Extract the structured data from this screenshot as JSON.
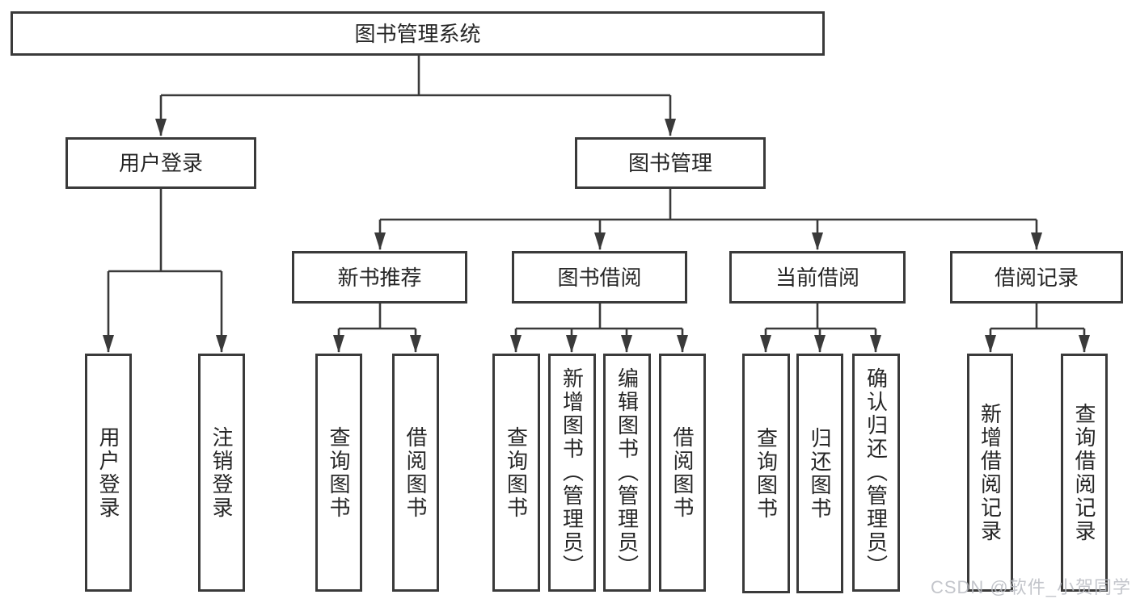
{
  "root": {
    "label": "图书管理系统"
  },
  "branches": [
    {
      "label": "用户登录",
      "leaves": [
        {
          "label": "用户登录"
        },
        {
          "label": "注销登录"
        }
      ]
    },
    {
      "label": "图书管理",
      "sections": [
        {
          "label": "新书推荐",
          "leaves": [
            {
              "label": "查询图书"
            },
            {
              "label": "借阅图书"
            }
          ]
        },
        {
          "label": "图书借阅",
          "leaves": [
            {
              "label": "查询图书"
            },
            {
              "label": "新增图书（管理员）"
            },
            {
              "label": "编辑图书（管理员）"
            },
            {
              "label": "借阅图书"
            }
          ]
        },
        {
          "label": "当前借阅",
          "leaves": [
            {
              "label": "查询图书"
            },
            {
              "label": "归还图书"
            },
            {
              "label": "确认归还（管理员）"
            }
          ]
        },
        {
          "label": "借阅记录",
          "leaves": [
            {
              "label": "新增借阅记录"
            },
            {
              "label": "查询借阅记录"
            }
          ]
        }
      ]
    }
  ],
  "watermark": {
    "label": "CSDN @软件_小贺同学",
    "color": "#b9bcc2"
  },
  "colors": {
    "line": "#3a3a3a",
    "box_border": "#3a3a3a",
    "text": "#262626",
    "background": "#ffffff"
  }
}
